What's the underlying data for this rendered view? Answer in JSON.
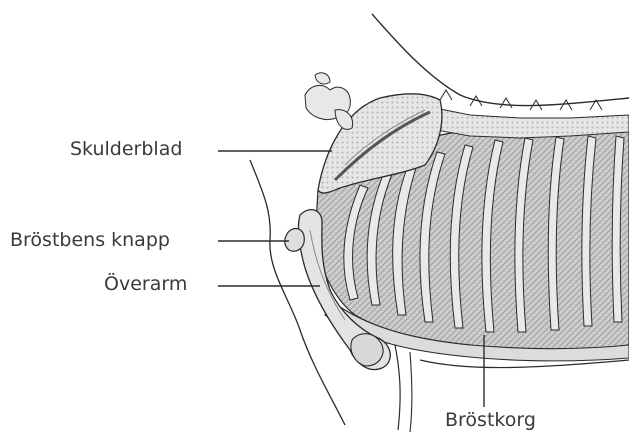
{
  "diagram": {
    "labels": {
      "skulderblad": "Skulderblad",
      "brostbens_knapp": "Bröstbens knapp",
      "overarm": "Överarm",
      "brostkorg": "Bröstkorg"
    },
    "colors": {
      "line": "#2b2b2b",
      "bone_fill": "#e4e4e4",
      "rib_fill": "#d6d6d6",
      "shade": "#9a9a9a",
      "text": "#3a3a3a"
    }
  }
}
